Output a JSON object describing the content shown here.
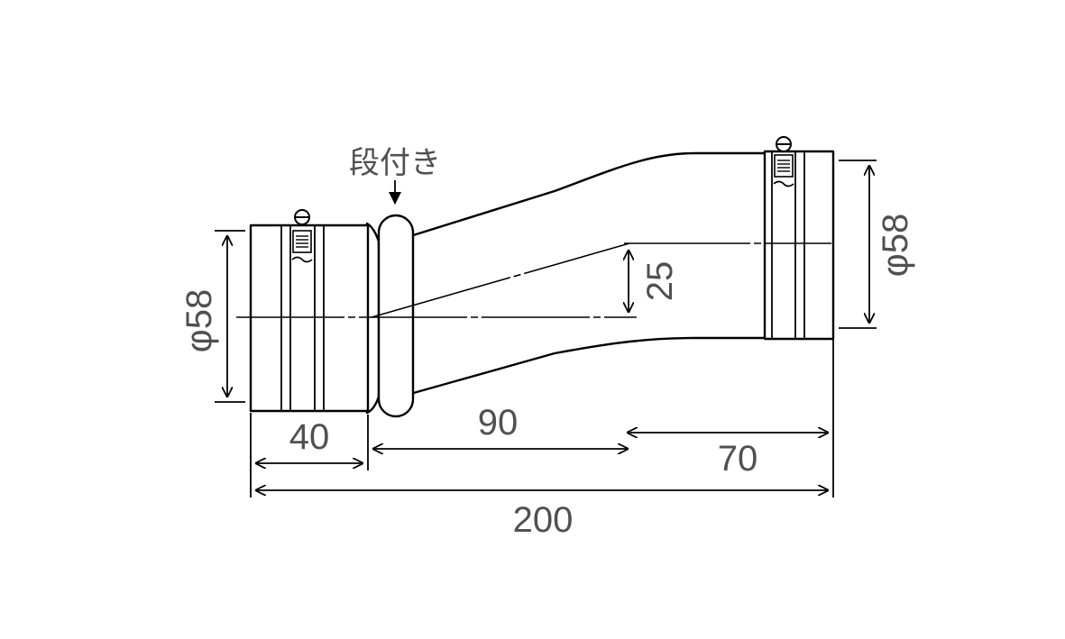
{
  "diagram": {
    "stepped_label": "段付き",
    "dimensions": {
      "left_diameter": "φ58",
      "right_diameter": "φ58",
      "offset": "25",
      "left_length": "40",
      "middle_length": "90",
      "right_length": "70",
      "total_length": "200"
    },
    "colors": {
      "line": "#000000",
      "text": "#505050",
      "background": "#ffffff"
    }
  }
}
